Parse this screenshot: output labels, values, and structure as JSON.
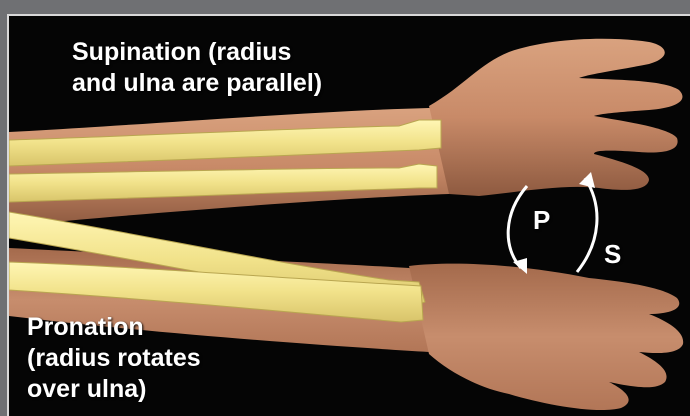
{
  "image": {
    "supination_label": {
      "line1": "Supination (radius",
      "line2": "and ulna are parallel)"
    },
    "pronation_label": {
      "line1": "Pronation",
      "line2": "(radius rotates",
      "line3": "over ulna)"
    },
    "arrow_labels": {
      "p": "P",
      "s": "S"
    },
    "colors": {
      "background": "#050505",
      "skin": "#c98f70",
      "bone": "#f1e48e",
      "frame": "#6f7073"
    }
  }
}
